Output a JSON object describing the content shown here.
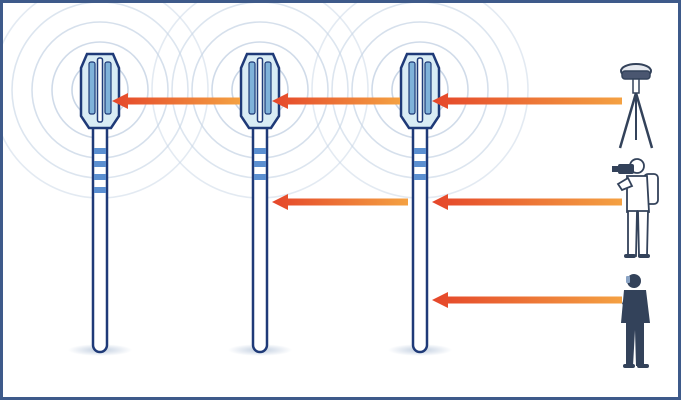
{
  "diagram": {
    "colors": {
      "frame": "#3e5a8a",
      "tower_outline": "#1f3a78",
      "tower_fill": "#ffffff",
      "tower_band": "#5b8fd0",
      "antenna_fill": "#d9ecf5",
      "antenna_inner": "#7fb2d9",
      "signal_ring": "#c9d6e6",
      "arrow_start": "#f4a142",
      "arrow_end": "#e5462a",
      "shadow": "#b9c8dc",
      "person_dark": "#33425a",
      "person_light": "#ffffff"
    },
    "towers": [
      {
        "name": "tower-1",
        "band_count": 4
      },
      {
        "name": "tower-2",
        "band_count": 3
      },
      {
        "name": "tower-3",
        "band_count": 3
      }
    ],
    "arrows": [
      {
        "name": "gnss-signal-arrow-1",
        "from": "gnss-receiver",
        "to": "tower-3"
      },
      {
        "name": "gnss-signal-arrow-2",
        "from": "tower-3",
        "to": "tower-2"
      },
      {
        "name": "gnss-signal-arrow-3",
        "from": "tower-2",
        "to": "tower-1"
      },
      {
        "name": "crew-signal-arrow-1",
        "from": "camera-operator",
        "to": "tower-3"
      },
      {
        "name": "crew-signal-arrow-2",
        "from": "tower-3",
        "to": "tower-2"
      },
      {
        "name": "phone-signal-arrow",
        "from": "phone-user",
        "to": "tower-3"
      }
    ],
    "sources": [
      {
        "name": "gnss-receiver",
        "icon": "tripod-receiver-icon"
      },
      {
        "name": "camera-operator",
        "icon": "camera-operator-icon"
      },
      {
        "name": "phone-user",
        "icon": "phone-user-icon"
      }
    ]
  }
}
